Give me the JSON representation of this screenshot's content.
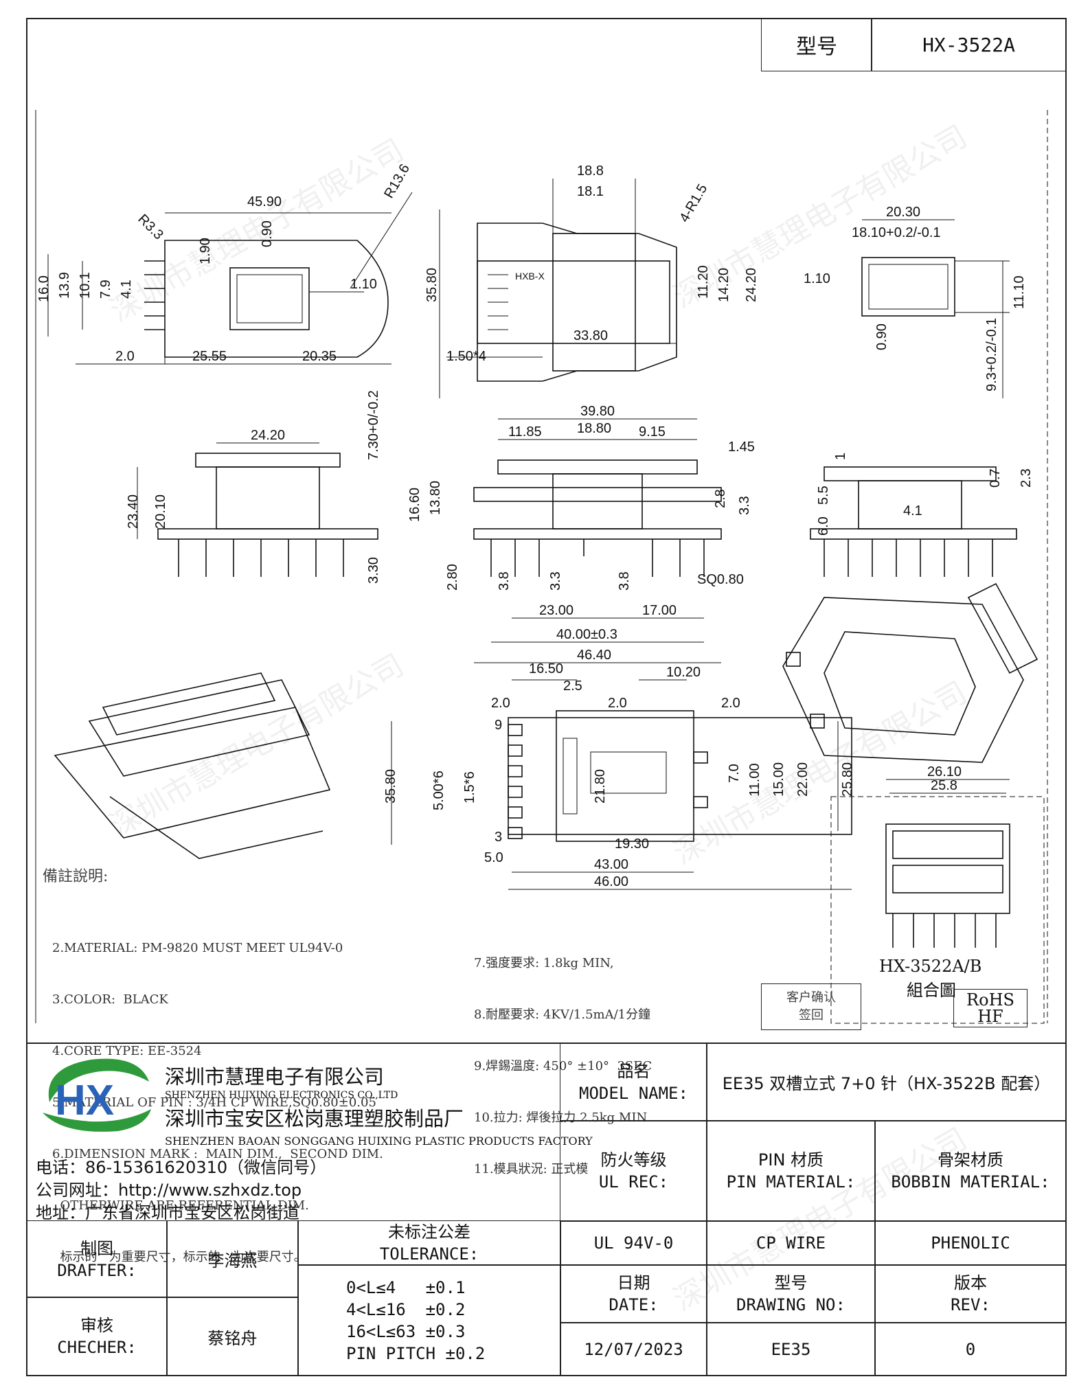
{
  "header": {
    "model_label": "型号",
    "model_value": "HX-3522A"
  },
  "drawing": {
    "top_view": [
      "45.90",
      "R3.3",
      "R13.6",
      "0.90",
      "1.90",
      "16.0",
      "13.9",
      "10.1",
      "7.9",
      "4.1",
      "1.10",
      "2.0",
      "25.55",
      "20.35"
    ],
    "side_view": [
      "18.8",
      "18.1",
      "4-R1.5",
      "35.80",
      "HXB-X",
      "11.20",
      "14.20",
      "24.20",
      "1.50*4",
      "33.80"
    ],
    "end_view": [
      "20.30",
      "18.10+0.2/-0.1",
      "1.10",
      "11.10",
      "0.90",
      "9.3+0.2/-0.1"
    ],
    "front_left": [
      "24.20",
      "7.30+0/-0.2",
      "23.40",
      "20.10",
      "3.30"
    ],
    "front_mid": [
      "39.80",
      "11.85",
      "18.80",
      "9.15",
      "1.45",
      "16.60",
      "13.80",
      "2.8",
      "3.3",
      "2.80",
      "3.8",
      "3.3",
      "3.8",
      "23.00",
      "17.00",
      "SQ0.80",
      "40.00±0.3",
      "46.40"
    ],
    "front_right": [
      "1",
      "0.7",
      "2.3",
      "5.5",
      "6.0",
      "4.1"
    ],
    "bottom_view": [
      "16.50",
      "2.5",
      "2.0",
      "2.0",
      "10.20",
      "2.0",
      "9",
      "35.80",
      "5.00*6",
      "1.5*6",
      "21.80",
      "7.0",
      "11.00",
      "15.00",
      "22.00",
      "25.80",
      "3",
      "5.0",
      "19.30",
      "43.00",
      "46.00"
    ],
    "assembly": {
      "dims": [
        "26.10",
        "25.8"
      ],
      "title": "HX-3522A/B",
      "subtitle": "組合圖"
    },
    "notes_title": "備註說明:",
    "notes_left": [
      "2.MATERIAL: PM-9820 MUST MEET UL94V-0",
      "3.COLOR:  BLACK",
      "4.CORE TYPE: EE-3524",
      "5.MATERIAL OF PIN : 3/4H CP WIRE,SQ0.80±0.05",
      "6.DIMENSION MARK :  MAIN DIM.,  SECOND DIM.",
      "  OTHERWIRE ARE REFERENTIAL DIM.",
      "  标示的   为重要尺寸，标示的   为次要尺寸。"
    ],
    "notes_right": [
      "7.强度要求: 1.8kg MIN,",
      "8.耐壓要求: 4KV/1.5mA/1分鐘",
      "9.焊錫溫度: 450° ±10°  3SEC",
      "10.拉力: 焊後拉力 2.5kg MIN",
      "11.模具狀況: 正式模"
    ],
    "customer_confirm": [
      "客户确认",
      "签回"
    ],
    "rohs": [
      "RoHS",
      "HF"
    ]
  },
  "company": {
    "logo_text": "HX",
    "name_cn": "深圳市慧理电子有限公司",
    "name_en": "SHENZHEN HUIXING ELECTRONICS CO.,LTD",
    "factory_cn": "深圳市宝安区松岗惠理塑胶制品厂",
    "factory_en": "SHENZHEN BAOAN SONGGANG HUIXING PLASTIC PRODUCTS FACTORY",
    "phone": "电话：86-15361620310（微信同号）",
    "website": "公司网址：http://www.szhxdz.top",
    "address": "地址：广东省深圳市宝安区松岗街道"
  },
  "titleblock": {
    "model_name_label_cn": "品名",
    "model_name_label_en": "MODEL NAME:",
    "model_name_value": "EE35 双槽立式 7+0 针（HX-3522B 配套）",
    "ul_label_cn": "防火等级",
    "ul_label_en": "UL REC:",
    "pin_label_cn": "PIN 材质",
    "pin_label_en": "PIN MATERIAL:",
    "bobbin_label_cn": "骨架材质",
    "bobbin_label_en": "BOBBIN MATERIAL:",
    "ul_value": "UL 94V-0",
    "pin_value": "CP WIRE",
    "bobbin_value": "PHENOLIC",
    "drafter_label_cn": "制图",
    "drafter_label_en": "DRAFTER:",
    "drafter_value": "李海燕",
    "checker_label_cn": "审核",
    "checker_label_en": "CHECHER:",
    "checker_value": "蔡铭舟",
    "tolerance_label_cn": "未标注公差",
    "tolerance_label_en": "TOLERANCE:",
    "tolerance_lines": [
      "0<L≤4   ±0.1",
      "4<L≤16  ±0.2",
      "16<L≤63 ±0.3",
      "PIN PITCH ±0.2"
    ],
    "date_label_cn": "日期",
    "date_label_en": "DATE:",
    "date_value": "12/07/2023",
    "drawing_no_label_cn": "型号",
    "drawing_no_label_en": "DRAWING NO:",
    "drawing_no_value": "EE35",
    "rev_label_cn": "版本",
    "rev_label_en": "REV:",
    "rev_value": "0"
  },
  "watermark": "深圳市慧理电子有限公司"
}
